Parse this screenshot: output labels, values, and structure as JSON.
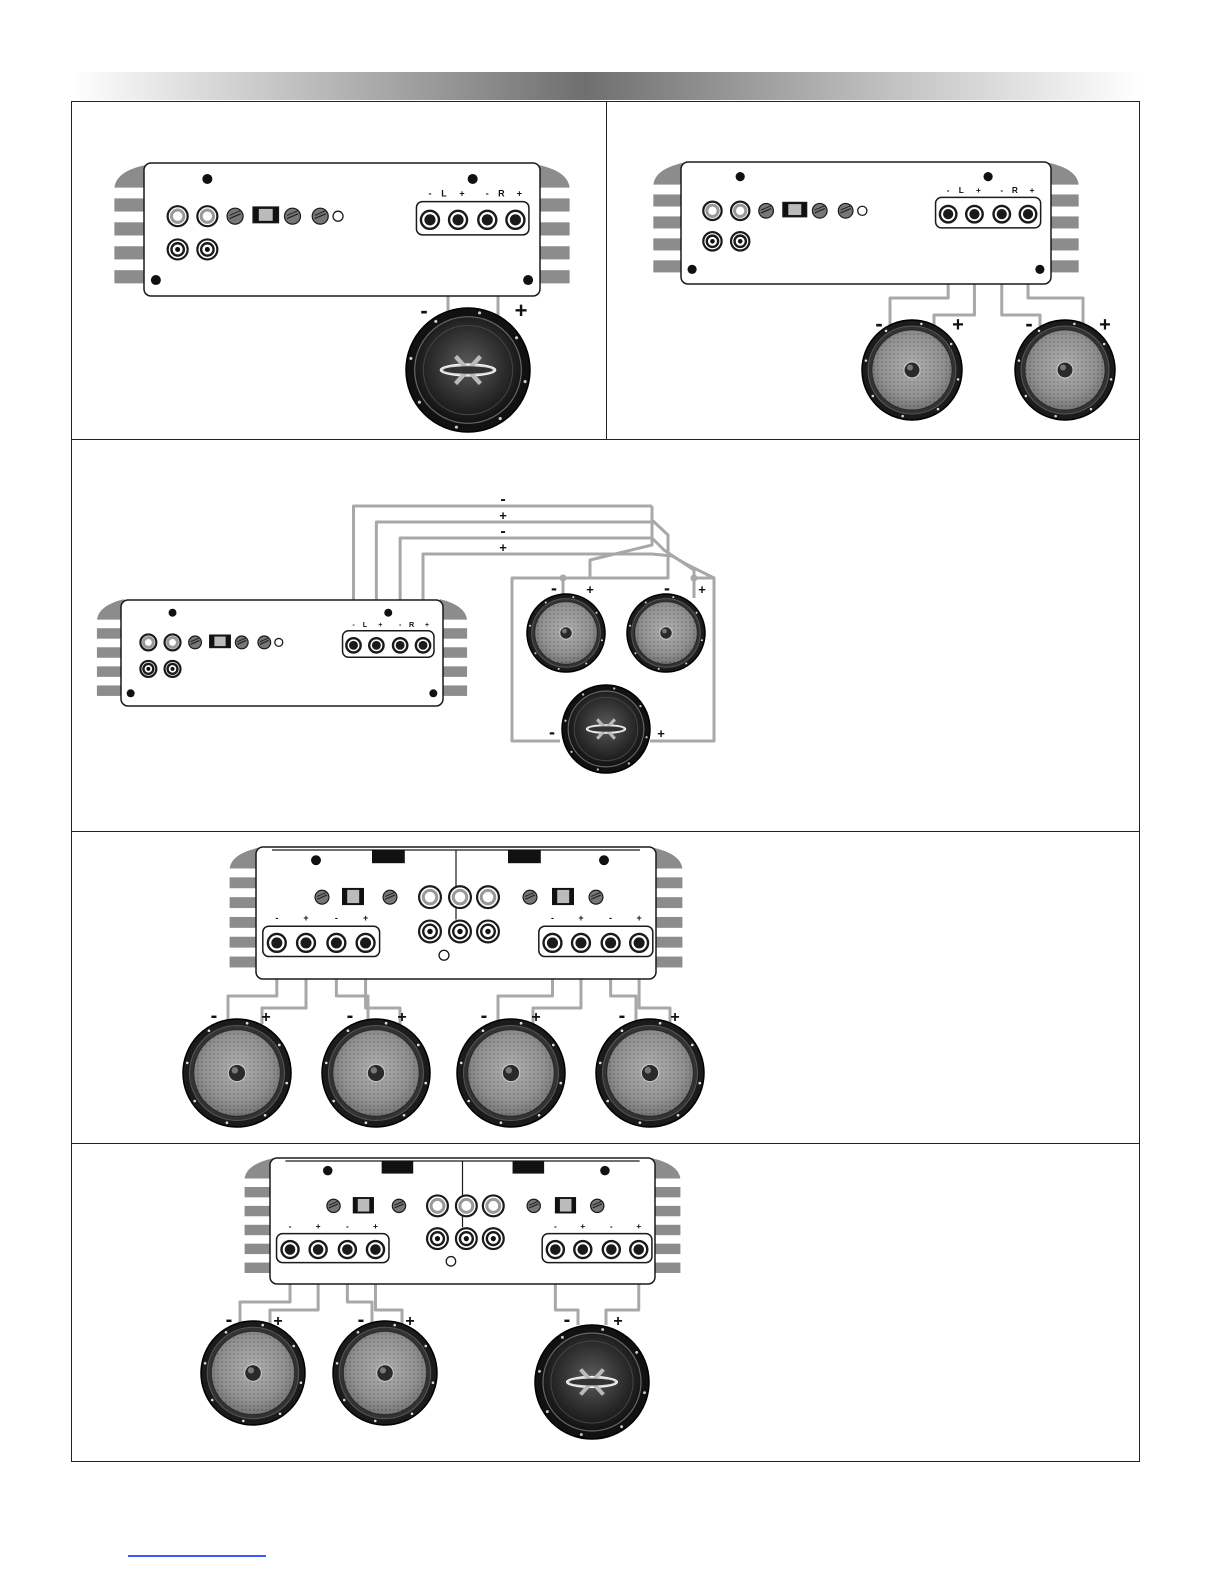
{
  "polarity": {
    "minus": "-",
    "plus": "+"
  },
  "terminal_labels": {
    "left": "L",
    "right": "R"
  },
  "colors": {
    "wire": "#a8a8a8",
    "outline": "#1a1a1a",
    "header_dark": "#6f6f6f",
    "link": "#3b5bff"
  },
  "icons": {
    "logo": "x-logo-icon",
    "sink": "heatsink-fin-icon",
    "terminal": "speaker-terminal-icon"
  },
  "diagrams": [
    {
      "kind": "2-channel amp, bridged to one subwoofer"
    },
    {
      "kind": "2-channel amp to two speakers"
    },
    {
      "kind": "2-channel amp, two speakers plus subwoofer"
    },
    {
      "kind": "4-channel amp to four speakers"
    },
    {
      "kind": "4-channel amp, two speakers plus bridged subwoofer"
    }
  ]
}
